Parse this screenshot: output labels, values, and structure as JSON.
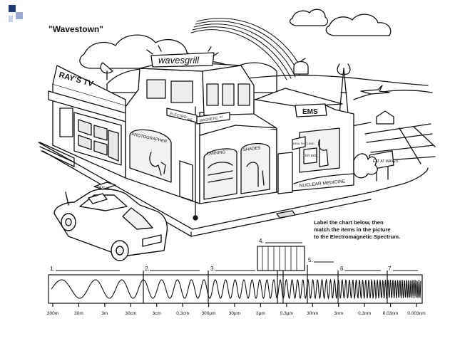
{
  "slide": {
    "title": "\"Wavestown\"",
    "instructions": [
      "Label the chart below, then",
      "match the items in the picture",
      "to the Electromagnetic Spectrum."
    ],
    "accent_colors": {
      "dark_square": "#1f3a6e",
      "light_square": "#9aa9cf",
      "line": "#111111"
    }
  },
  "scene": {
    "signs": {
      "raystv": "RAY'S TV",
      "grill": "wavesgrill",
      "photographer": "PHOTOGRAPHER",
      "tanning": "TANNING",
      "shades": "SHADES",
      "street1": "ELECTRO",
      "street1b": "AVE",
      "street2": "MAGNETIC",
      "street2b": "ST",
      "ems": "EMS",
      "health": "HEALTH CLINIC",
      "drbob": "DR BOB",
      "nuclear": "NUCLEAR MEDICINE",
      "eat": "EAT AT WAVES",
      "taxi": "TAXI"
    }
  },
  "chart": {
    "blank_labels": [
      "1.",
      "2.",
      "3.",
      "4.",
      "5.",
      "6.",
      "7."
    ],
    "wavelength_ticks": [
      "300m",
      "30m",
      "3m",
      "30cm",
      "3cm",
      "0.3cm",
      "300μm",
      "30μm",
      "3μm",
      "0.3μm",
      "30nm",
      "3nm",
      "0.3nm",
      "0.03nm",
      "0.003nm"
    ]
  }
}
